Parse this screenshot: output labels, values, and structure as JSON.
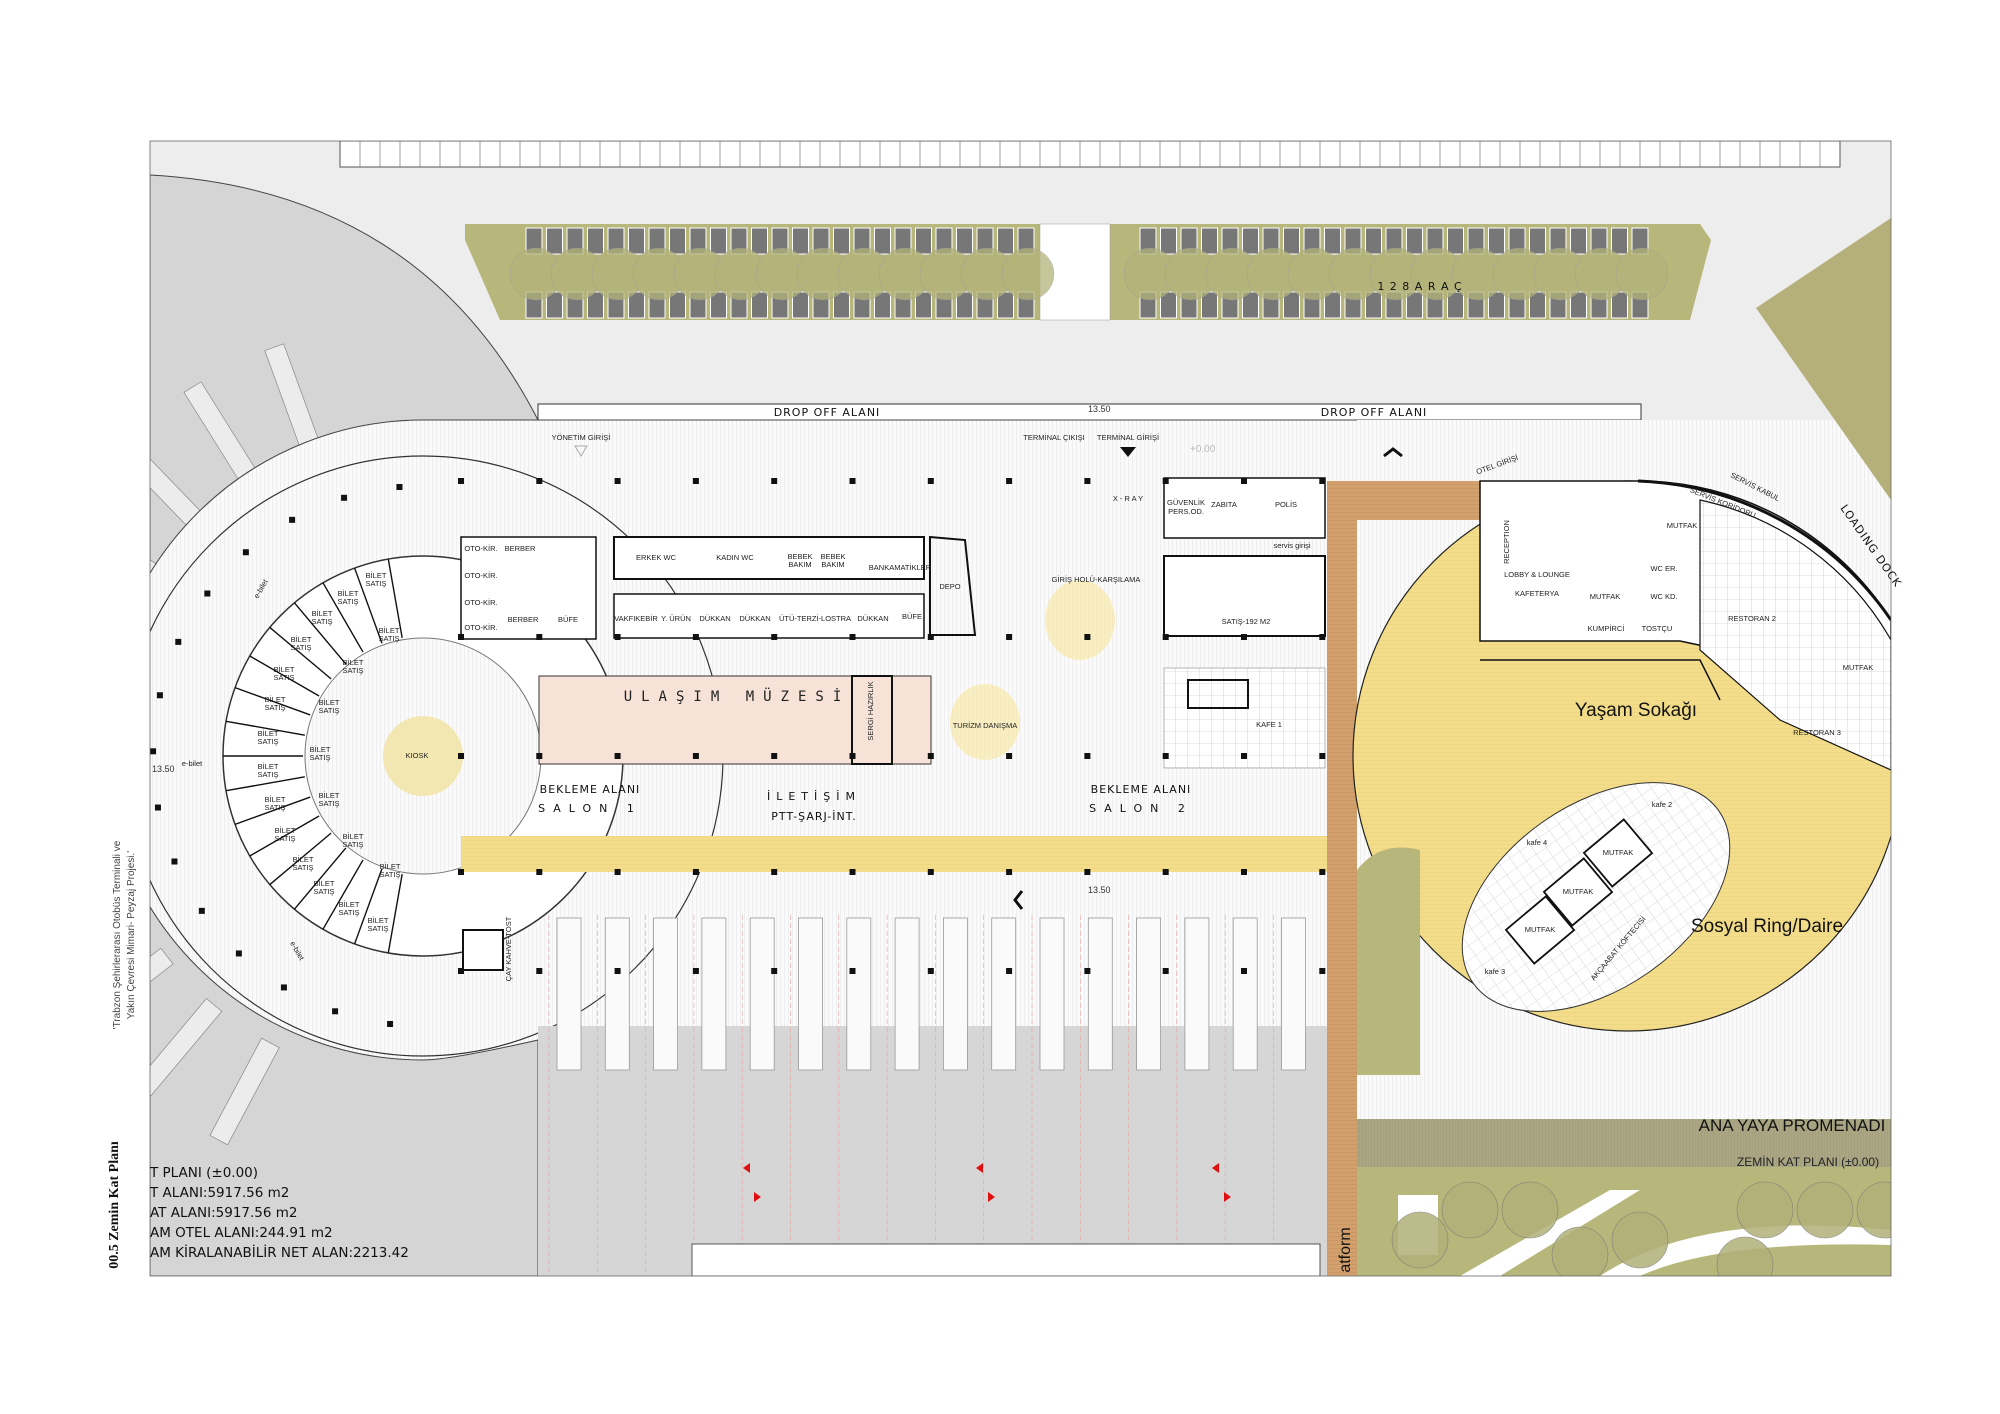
{
  "sidebar": {
    "sheet_title": "00.5 Zemin Kat Planı",
    "project_title_line1": "'Trabzon Şehirlerarası Otobüs Terminali ve",
    "project_title_line2": "Yakın Çevresi Mimari- Peyzaj Projesi.'"
  },
  "parking": {
    "label": "1 2 8  A R A Ç"
  },
  "dropoff": {
    "left": "DROP  OFF ALANI",
    "right": "DROP  OFF ALANI"
  },
  "levels": {
    "top": "13.50",
    "bottom": "13.50",
    "left": "13.50",
    "datum": "+0.00"
  },
  "entrances": {
    "management": "YÖNETİM GİRİŞİ",
    "terminal_exit": "TERMİNAL ÇIKIŞI",
    "terminal_entry": "TERMİNAL GİRİŞİ",
    "hotel": "OTEL GİRİŞİ",
    "service": "servis girişi"
  },
  "terminal": {
    "xray": "X - R A Y",
    "security": [
      "GÜVENLİK",
      "PERS.OD."
    ],
    "zabita": "ZABITA",
    "police": "POLİS",
    "lobby": "GİRİŞ HOLÜ-KARŞILAMA",
    "sales": "SATIŞ-192 M2",
    "cafe1": "KAFE 1",
    "car_rentals": [
      "OTO-KİR.",
      "OTO-KİR.",
      "OTO-KİR.",
      "OTO-KİR."
    ],
    "barber_top": "BERBER",
    "barber_bottom": "BERBER",
    "buffet_left": "BÜFE",
    "wc_men": "ERKEK WC",
    "wc_women": "KADIN WC",
    "baby_care": [
      "BEBEK",
      "BAKIM"
    ],
    "atms": "BANKAMATİKLER",
    "storage": "DEPO",
    "shops": [
      "VAKFIKEBİR",
      "Y. ÜRÜN",
      "DÜKKAN",
      "DÜKKAN",
      "ÜTÜ-TERZİ-LOSTRA",
      "DÜKKAN",
      "BÜFE"
    ],
    "museum": "ULAŞIM MÜZESİ",
    "exhibit_prep": "SERGİ HAZIRLIK",
    "tourism_info": "TURİZM DANIŞMA",
    "waiting1": [
      "BEKLEME ALANI",
      "SALON 1"
    ],
    "communication": [
      "İLETİŞİM",
      "PTT-ŞARJ-İNT."
    ],
    "waiting2": [
      "BEKLEME ALANI",
      "SALON 2"
    ],
    "tea_coffee": "ÇAY KAHVE-TOST",
    "kiosk": "KIOSK",
    "ebilet": [
      "e-bilet",
      "e-bilet",
      "e-bilet"
    ],
    "ticket_booth": [
      "BİLET",
      "SATIŞ"
    ]
  },
  "hotel": {
    "reception": "RECEPTION",
    "lobby": "LOBBY & LOUNGE",
    "cafeteria": "KAFETERYA",
    "kitchen": "MUTFAK",
    "kumpir": "KUMPİRCİ",
    "tostcu": "TOSTÇU",
    "wc_men": "WC ER.",
    "wc_women": "WC KD.",
    "kitchen2": "MUTFAK",
    "service_corridor": "SERVİS KORİDORU",
    "service_receiving": "SERVİS KABUL",
    "loading": "LOADING DOCK",
    "restaurant2": "RESTORAN 2",
    "kitchen3": "MUTFAK",
    "restaurant3": "RESTORAN 3"
  },
  "landscape": {
    "life_street": "Yaşam Sokağı",
    "social_ring": "Sosyal Ring/Daire",
    "cafe2": "kafe 2",
    "cafe3": "kafe 3",
    "cafe4": "kafe 4",
    "kitchens": [
      "MUTFAK",
      "MUTFAK",
      "MUTFAK"
    ],
    "akcaabat": "AKÇAABAT KÖFTECİSİ",
    "promenade": "ANA YAYA PROMENADI",
    "plan_title": "ZEMİN KAT PLANI (±0.00)",
    "platform": "atform"
  },
  "stats": [
    "T PLANI (±0.00)",
    "T ALANI:5917.56 m2",
    "AT ALANI:5917.56 m2",
    "AM OTEL ALANI:244.91 m2",
    "AM KİRALANABİLİR NET ALAN:2213.42"
  ],
  "colors": {
    "yellow": "#f3dd8a",
    "wood": "#cf9e6c",
    "olive": "#a9a77a",
    "green": "#b7b77c",
    "gray": "#d6d6d6",
    "museum": "#f7e2d8"
  }
}
